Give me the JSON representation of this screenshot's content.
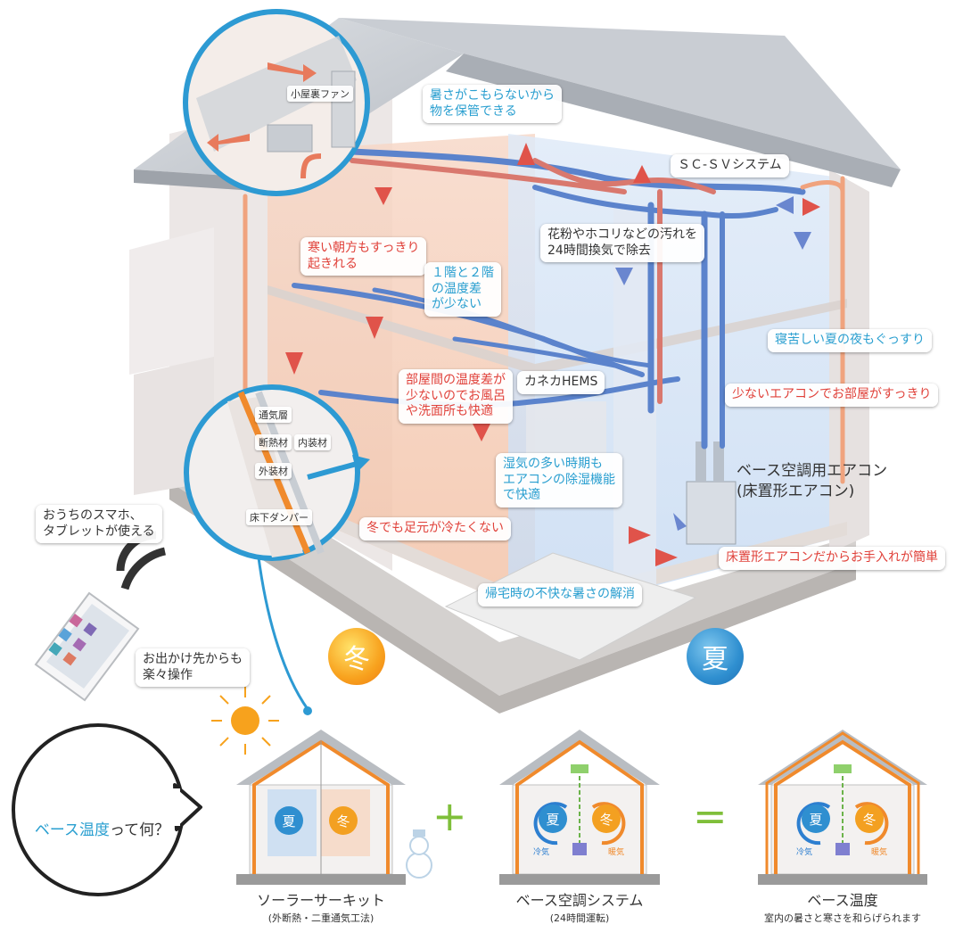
{
  "labels": {
    "attic_fan": "小屋裏ファン",
    "storage_heat": "暑さがこもらないから\n物を保管できる",
    "sc_sv_system": "ＳＣ-ＳＶシステム",
    "pollen": "花粉やホコリなどの汚れを\n24時間換気で除去",
    "cold_morning": "寒い朝方もすっきり\n起きれる",
    "floor_temp_diff": "１階と２階\nの温度差\nが少ない",
    "summer_sleep": "寝苦しい夏の夜もぐっすり",
    "few_aircon": "少ないエアコンでお部屋がすっきり",
    "room_temp_diff": "部屋間の温度差が\n少ないのでお風呂\nや洗面所も快適",
    "hems": "カネカHEMS",
    "humid": "湿気の多い時期も\nエアコンの除湿機能\nで快適",
    "base_aircon": "ベース空調用エアコン\n(床置形エアコン)",
    "warm_feet": "冬でも足元が冷たくない",
    "floor_aircon_care": "床置形エアコンだからお手入れが簡単",
    "homecoming": "帰宅時の不快な暑さの解消",
    "smartphone": "おうちのスマホ、\nタブレットが使える",
    "remote_op": "お出かけ先からも\n楽々操作",
    "air_layer": "通気層",
    "insulation": "断熱材",
    "interior": "内装材",
    "exterior": "外装材",
    "floor_damper": "床下ダンパー"
  },
  "season": {
    "winter": "冬",
    "summer": "夏"
  },
  "question": {
    "highlight": "ベース温度",
    "rest": "って何？"
  },
  "operators": {
    "plus": "+",
    "equals": "="
  },
  "mini": {
    "cool": "冷気",
    "warm": "暖気"
  },
  "diagrams": [
    {
      "title": "ソーラーサーキット",
      "subtitle": "(外断熱・二重通気工法)"
    },
    {
      "title": "ベース空調システム",
      "subtitle": "(24時間運転)"
    },
    {
      "title": "ベース温度",
      "subtitle": "室内の暑さと寒さを和らげられます"
    }
  ],
  "colors": {
    "red_text": "#e0413a",
    "blue_text": "#2a9fd0",
    "circle_blue": "#2d9ad3",
    "duct_blue": "#5b83cc",
    "duct_red": "#d9786e",
    "orange": "#f08a2c",
    "green": "#7fbf3a"
  }
}
